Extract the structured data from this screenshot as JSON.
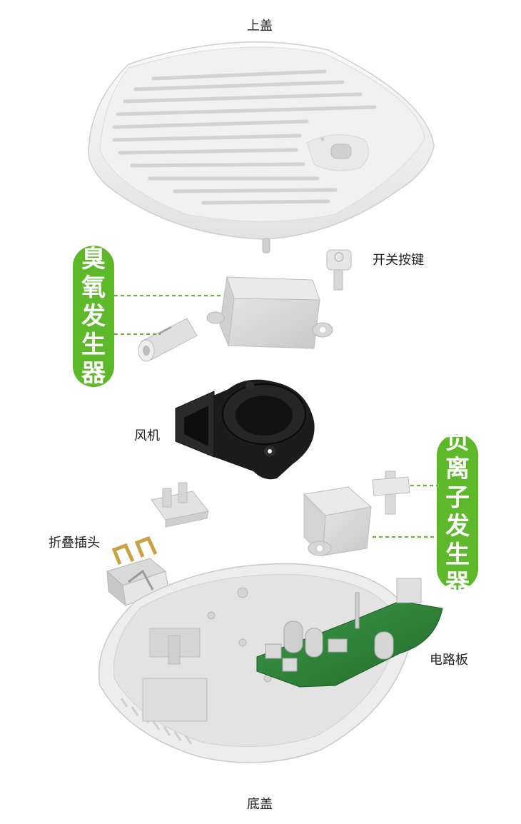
{
  "labels": {
    "top_cover": "上盖",
    "power_button": "开关按键",
    "fan": "风机",
    "folding_plug": "折叠插头",
    "circuit_board": "电路板",
    "bottom_cover": "底盖"
  },
  "callouts": {
    "ozone_generator": [
      "臭",
      "氧",
      "发",
      "生",
      "器"
    ],
    "anion_generator": [
      "负",
      "离",
      "子",
      "发",
      "生",
      "器"
    ]
  },
  "colors": {
    "accent_green": "#5db82a",
    "part_grey": "#d9d9d9",
    "fan_black": "#1c1c1c",
    "pcb_green": "#2f8a3a"
  }
}
